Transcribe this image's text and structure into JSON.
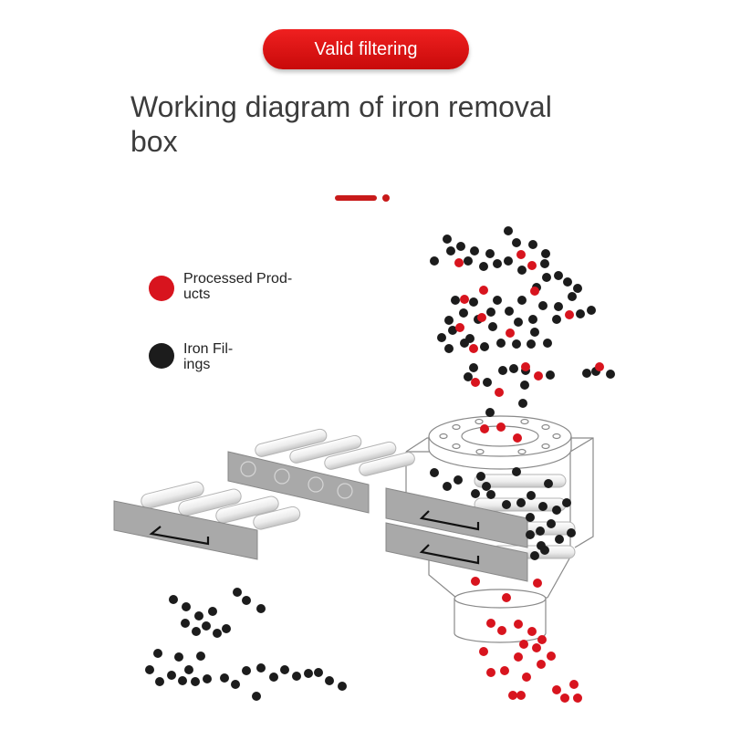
{
  "header": {
    "badge_label": "Valid filtering",
    "title_line1": "Working diagram of iron removal",
    "title_line2": "box"
  },
  "legend": {
    "processed_line1": "Processed Prod-",
    "processed_line2": "ucts",
    "iron_line1": "Iron Fil-",
    "iron_line2": "ings"
  },
  "colors": {
    "accent": "#d81a1a",
    "processed": "#d8141e",
    "iron": "#1c1c1c",
    "drawer": "#a9a9a9"
  }
}
